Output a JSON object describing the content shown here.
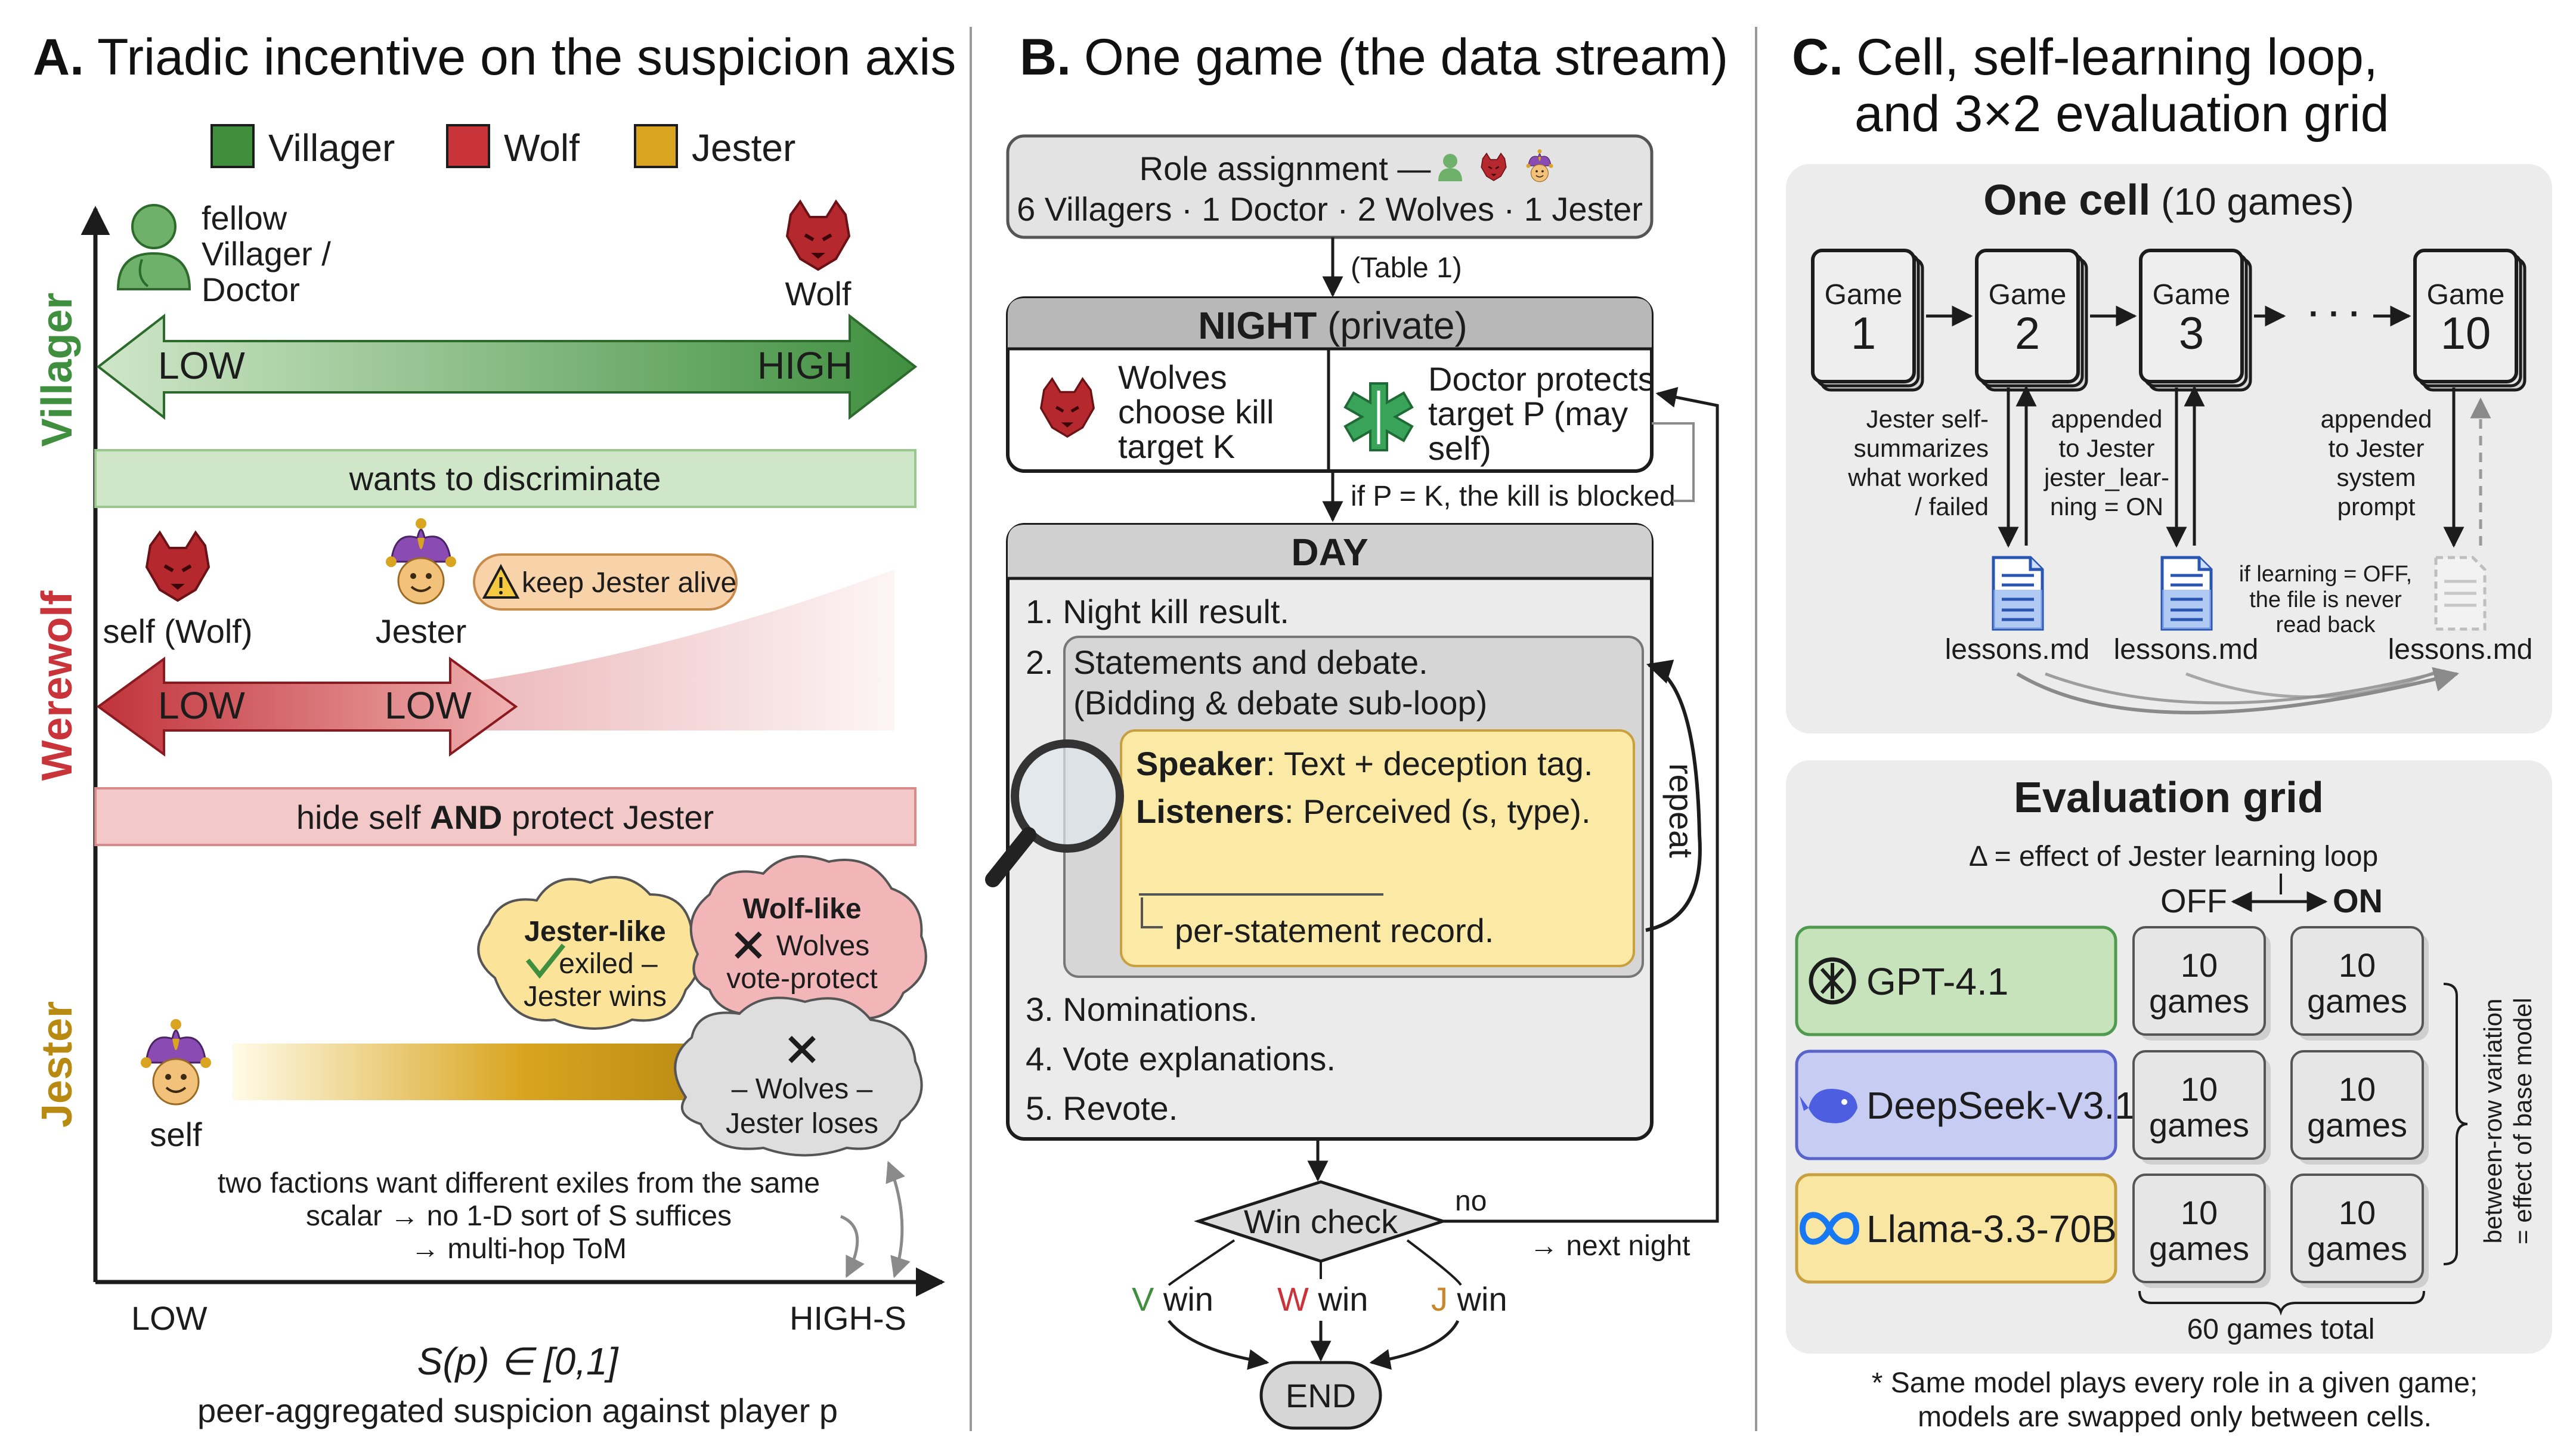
{
  "colors": {
    "villager": "#3f8f3f",
    "wolf": "#c9343a",
    "jester": "#d9a520",
    "panel_bg": "#ececec",
    "box_bg": "#e3e3e3",
    "note_bg": "#fbeaa6",
    "gpt_bg": "#c7e3bb",
    "deepseek_bg": "#c6ccf2",
    "llama_bg": "#f8e6a2"
  },
  "icons": [
    "wolf-head-icon",
    "jester-head-icon",
    "villager-avatar-icon",
    "doctor-caduceus-icon",
    "magnifier-icon",
    "warning-icon",
    "check-icon",
    "cross-icon",
    "document-icon",
    "openai-icon",
    "deepseek-whale-icon",
    "meta-infinity-icon"
  ],
  "panel_a": {
    "letter": "A.",
    "title": "Triadic incentive on the suspicion axis",
    "legend": [
      "Villager",
      "Wolf",
      "Jester"
    ],
    "rows": {
      "villager": {
        "label": "Villager",
        "observers": [
          "fellow",
          "Villager /",
          "Doctor"
        ],
        "target": "Wolf",
        "low": "LOW",
        "high": "HIGH",
        "goal": "wants to discriminate"
      },
      "werewolf": {
        "label": "Werewolf",
        "self": "self (Wolf)",
        "jester": "Jester",
        "warning": "keep Jester alive",
        "low1": "LOW",
        "low2": "LOW",
        "goal_pre": "hide self ",
        "goal_bold": "AND",
        "goal_post": " protect Jester"
      },
      "jester": {
        "label": "Jester",
        "self": "self",
        "cloud_jester_title": "Jester-like",
        "cloud_jester_lines": [
          "exiled –",
          "Jester wins"
        ],
        "cloud_wolf_title": "Wolf-like",
        "cloud_wolf_lines": [
          "Wolves",
          "vote-protect"
        ],
        "cloud_grey_lines": [
          "– Wolves –",
          "Jester loses"
        ],
        "note": [
          "two factions want different exiles from the same",
          "scalar → no 1-D sort of S suffices",
          "→ multi-hop ToM"
        ]
      }
    },
    "axis": {
      "low": "LOW",
      "high": "HIGH-S",
      "formula": "S(p) ∈ [0,1]",
      "caption": "peer-aggregated suspicion against player p"
    }
  },
  "panel_b": {
    "letter": "B.",
    "title": "One game (the data stream)",
    "role_assignment": [
      "Role assignment —",
      "6 Villagers · 1 Doctor · 2 Wolves · 1 Jester"
    ],
    "table_ref": "(Table 1)",
    "night": {
      "title_bold": "NIGHT",
      "title_rest": " (private)",
      "wolves_text": [
        "Wolves",
        "choose kill",
        "target K"
      ],
      "doctor_text": [
        "Doctor protects",
        "target P (may",
        "self)"
      ],
      "blocked": "if P = K, the kill is blocked"
    },
    "day": {
      "title": "DAY",
      "items": [
        "1. Night kill result.",
        "2.",
        "3. Nominations.",
        "4. Vote explanations.",
        "5. Revote."
      ],
      "subloop": [
        "Statements and debate.",
        "(Bidding & debate sub-loop)"
      ],
      "speaker_b": "Speaker",
      "speaker_r": ": Text + deception tag.",
      "listeners_b": "Listeners",
      "listeners_r": ": Perceived (s, type).",
      "record": "per-statement record.",
      "repeat": "repeat"
    },
    "win_check": "Win check",
    "no": "no",
    "next_night": "→ next night",
    "outcomes": [
      {
        "letter": "V",
        "rest": " win"
      },
      {
        "letter": "W",
        "rest": " win"
      },
      {
        "letter": "J",
        "rest": " win"
      }
    ],
    "end": "END"
  },
  "panel_c": {
    "letter": "C.",
    "title": [
      "Cell, self-learning loop,",
      "and 3×2 evaluation grid"
    ],
    "one_cell_bold": "One cell",
    "one_cell_rest": " (10 games)",
    "games": [
      {
        "label": "Game",
        "num": "1"
      },
      {
        "label": "Game",
        "num": "2"
      },
      {
        "label": "Game",
        "num": "3"
      },
      {
        "label": "Game",
        "num": "10"
      }
    ],
    "ellipsis": "· · ·",
    "notes": {
      "summarize": [
        "Jester self-",
        "summarizes",
        "what worked",
        "/ failed"
      ],
      "appended_pre": [
        "appended",
        "to Jester",
        "jester_lear-"
      ],
      "appended_on": "ning = ON",
      "appended_sys": [
        "appended",
        "to Jester",
        "system",
        "prompt"
      ],
      "learning_off": "if learning = OFF,",
      "never_read": [
        "the file is never",
        "read back"
      ]
    },
    "files": [
      "lessons.md",
      "lessons.md",
      "lessons.md"
    ],
    "grid": {
      "title": "Evaluation grid",
      "delta": "Δ = effect of Jester learning loop",
      "off": "OFF",
      "on": "ON",
      "models": [
        "GPT-4.1",
        "DeepSeek-V3.1",
        "Llama-3.3-70B"
      ],
      "cell_top": "10",
      "cell_bottom": "games",
      "side_note": [
        "between-row variation",
        "= effect of base model"
      ],
      "total": "60 games total"
    },
    "footnote": [
      "* Same model plays every role in a given game;",
      "models are swapped only between cells."
    ]
  }
}
